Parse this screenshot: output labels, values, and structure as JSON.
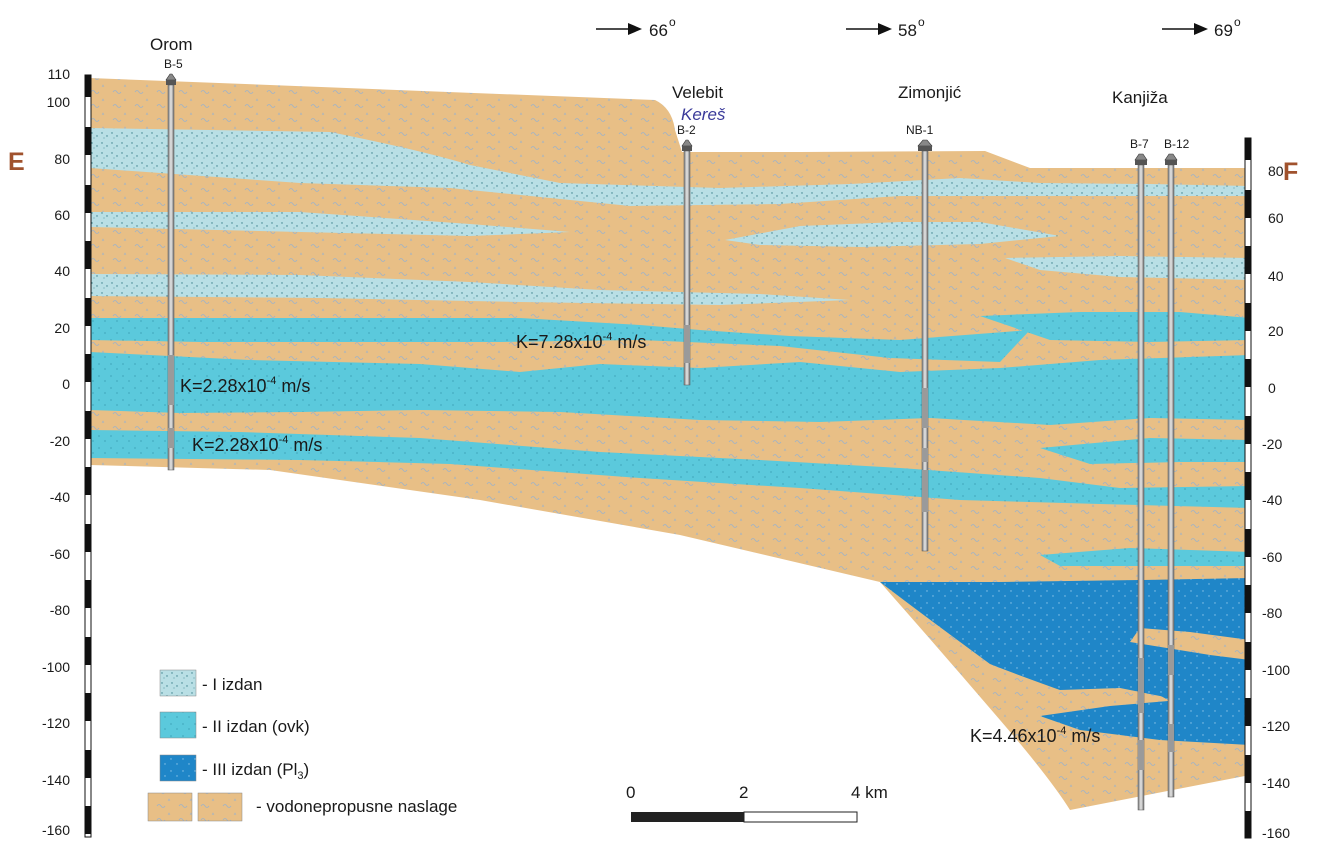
{
  "section": {
    "left_end": "E",
    "right_end": "F",
    "end_color": "#a0522d",
    "left_scale": [
      "110",
      "100",
      "80",
      "60",
      "40",
      "20",
      "0",
      "-20",
      "-40",
      "-60",
      "-80",
      "-100",
      "-120",
      "-140",
      "-160"
    ],
    "right_scale": [
      "80",
      "60",
      "40",
      "20",
      "0",
      "-20",
      "-40",
      "-60",
      "-80",
      "-100",
      "-120",
      "-140",
      "-160"
    ]
  },
  "directions": [
    {
      "label": "66",
      "unit": "o"
    },
    {
      "label": "58",
      "unit": "o"
    },
    {
      "label": "69",
      "unit": "o"
    }
  ],
  "localities": {
    "orom": "Orom",
    "velebit": "Velebit",
    "keres": "Kereš",
    "zimonjic": "Zimonjić",
    "kanjiza": "Kanjiža"
  },
  "wells": {
    "b5": "B-5",
    "b2": "B-2",
    "nb1": "NB-1",
    "b7": "B-7",
    "b12": "B-12"
  },
  "conductivity": {
    "k1": {
      "base": "K=2.28x10",
      "exp": "-4",
      "unit": " m/s"
    },
    "k2": {
      "base": "K=2.28x10",
      "exp": "-4",
      "unit": " m/s"
    },
    "k3": {
      "base": "K=7.28x10",
      "exp": "-4",
      "unit": " m/s"
    },
    "k4": {
      "base": "K=4.46x10",
      "exp": "-4",
      "unit": " m/s"
    }
  },
  "legend": {
    "i": "- I izdan",
    "ii": "- II izdan (ovk)",
    "iii_prefix": "- III izdan (Pl",
    "iii_sub": "3",
    "iii_suffix": ")",
    "imperm": "- vodonepropusne naslage"
  },
  "scale_bar": {
    "t0": "0",
    "t2": "2",
    "t4": "4 km"
  },
  "colors": {
    "aquifer_i": "#b9dfe5",
    "aquifer_ii": "#5bc9dc",
    "aquifer_iii": "#1f86c8",
    "impermeable": "#e8bf86"
  }
}
